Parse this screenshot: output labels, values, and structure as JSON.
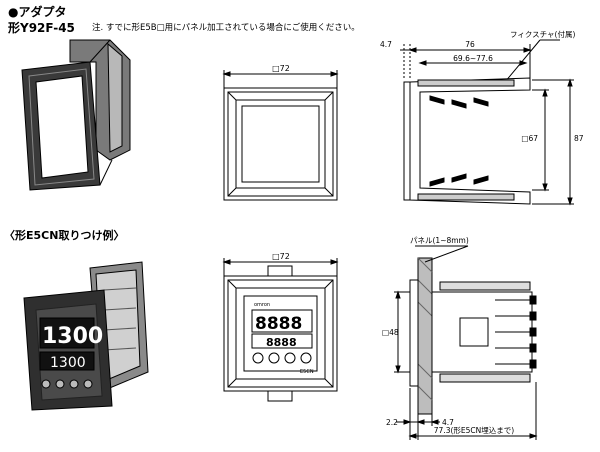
{
  "header": {
    "bullet": "●",
    "title": "アダプタ",
    "model": "形Y92F-45",
    "note": "注. すでに形E5B□用にパネル加工されている場合にご使用ください。"
  },
  "section2": {
    "title": "〈形E5CN取りつけ例〉"
  },
  "front_top": {
    "dim_width": "□72"
  },
  "side_top": {
    "dim_left": "4.7",
    "dim_total": "76",
    "dim_range": "69.6~77.6",
    "fixture_label": "フィクスチャ(付属)",
    "dim_inner": "□67",
    "dim_outer": "87"
  },
  "front_bottom": {
    "dim_width": "□72",
    "brand": "omron",
    "display_main": "8888",
    "display_sub": "8888",
    "model_label": "E5CN"
  },
  "side_bottom": {
    "panel_label": "パネル(1~8mm)",
    "dim_height": "□48",
    "dim_left": "2.2",
    "dim_right": "4.7",
    "dim_depth": "77.3(形E5CN埋込まで)"
  },
  "photo_bottom": {
    "display_main": "1300",
    "display_sub": "1300"
  }
}
